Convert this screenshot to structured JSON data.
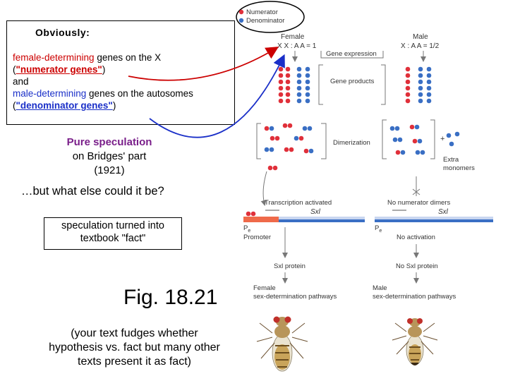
{
  "slide": {
    "box_title": "Obviously:",
    "line1_colored": "female-determining",
    "line1_rest": " genes on the X",
    "line2_open": "(",
    "line2_term": "\"numerator genes\"",
    "line2_close": ")",
    "line3": "and",
    "line4_colored": "male-determining",
    "line4_rest": " genes on the autosomes",
    "line5_open": "(",
    "line5_term": "\"denominator genes\"",
    "line5_close": ")",
    "speculation_title": "Pure speculation",
    "speculation_line2": "on Bridges' part",
    "speculation_line3": "(1921)",
    "question": "…but what else could it be?",
    "fact_box_line1": "speculation turned into",
    "fact_box_line2": "textbook \"fact\"",
    "fig_label": "Fig. 18.21",
    "note_line1": "(your text fudges whether",
    "note_line2": "hypothesis vs. fact but many other",
    "note_line3": "texts present it as fact)"
  },
  "figure": {
    "legend_numerator": "Numerator",
    "legend_denominator": "Denominator",
    "female_title": "Female",
    "female_ratio": "X X : A A = 1",
    "male_title": "Male",
    "male_ratio": "X : A A = 1/2",
    "gene_expression": "Gene expression",
    "gene_products": "Gene products",
    "dimerization": "Dimerization",
    "extra_line1": "Extra",
    "extra_line2": "monomers",
    "plus": "+",
    "transcription_activated": "Transcription activated",
    "no_numerator_dimers": "No numerator dimers",
    "sxl_left": "Sxl",
    "sxl_right": "Sxl",
    "pe_left": "P",
    "pe_left_sub": "e",
    "pe_right": "P",
    "pe_right_sub": "e",
    "promoter": "Promoter",
    "no_activation": "No activation",
    "sxl_protein": "Sxl protein",
    "no_sxl_protein": "No Sxl protein",
    "female_path_line1": "Female",
    "female_path_line2": "sex-determination pathways",
    "male_path_line1": "Male",
    "male_path_line2": "sex-determination pathways"
  },
  "colors": {
    "numerator": "#e0303a",
    "denominator": "#3a6fc4",
    "arrow_red": "#cc0000",
    "arrow_blue": "#1a2fc8",
    "text_red": "#cc0000",
    "text_blue": "#1a2fc8",
    "text_purple": "#7a1f8a"
  }
}
